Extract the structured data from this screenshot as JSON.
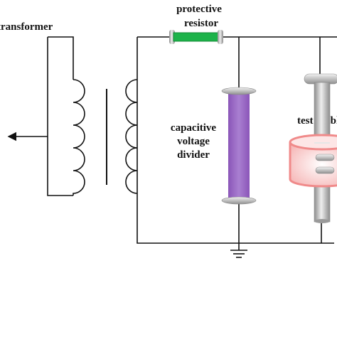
{
  "labels": {
    "transformer": "transformer",
    "protective_line1": "protective",
    "protective_line2": "resistor",
    "divider_line1": "capacitive",
    "divider_line2": "voltage",
    "divider_line3": "divider",
    "test_word1": "test",
    "test_word2": "cable"
  },
  "colors": {
    "wire": "#111111",
    "resistor": "#1db34a",
    "divider": "#9b6ac6",
    "cap_metal": "#b9b9b9",
    "cable_ring": "#f08a8a",
    "cable_fill": "#fbd4d4"
  },
  "icons": {
    "ground": "ground-symbol-icon",
    "transformer": "transformer-coils-icon",
    "wiper": "arrow-right-icon"
  }
}
